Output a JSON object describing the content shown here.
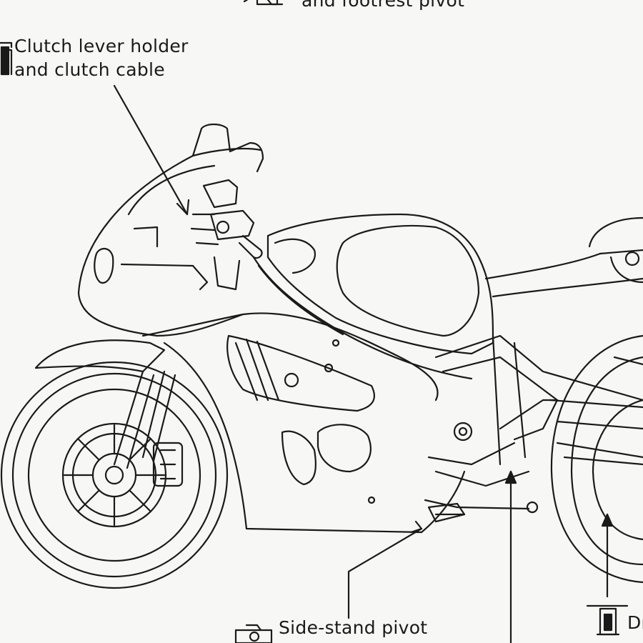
{
  "labels": {
    "footrest": "and footrest pivot",
    "clutch_line1": "Clutch lever holder",
    "clutch_line2": "and clutch cable",
    "side_stand": "Side-stand pivot",
    "drive": "Dr"
  },
  "colors": {
    "line": "#1a1a1a",
    "background": "#f7f7f5"
  },
  "icons": [
    "oil-can-icon",
    "grease-icon-a",
    "oil-can-icon-drive"
  ]
}
